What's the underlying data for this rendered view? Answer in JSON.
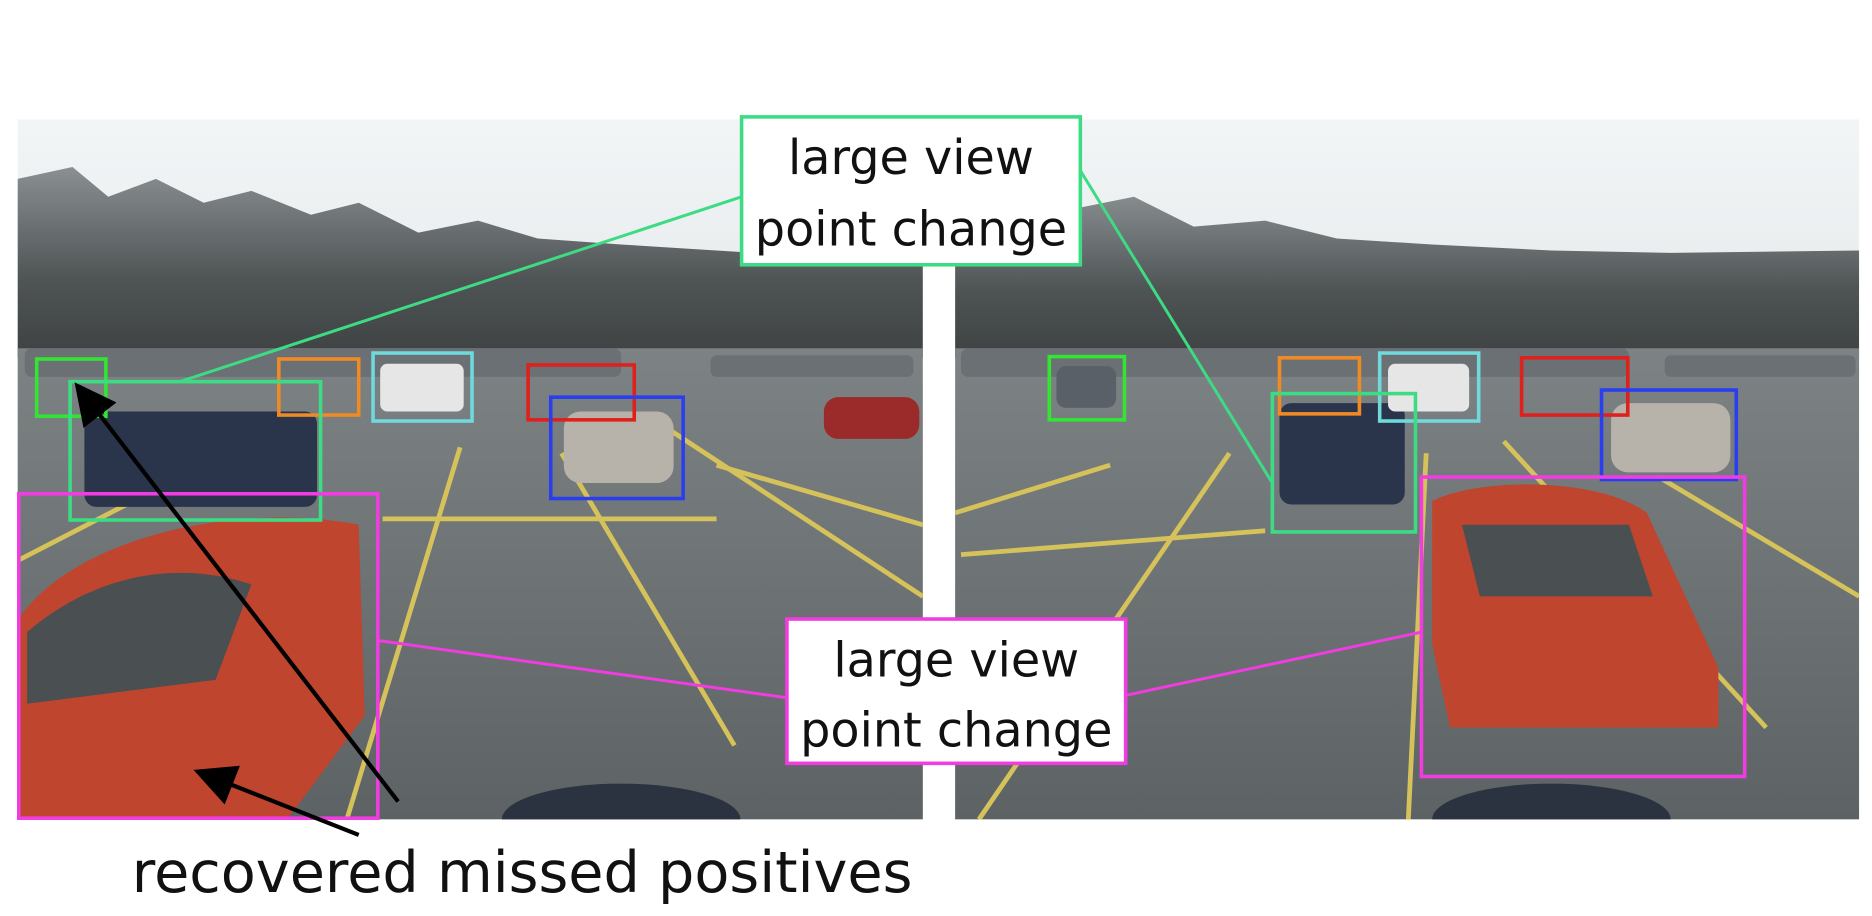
{
  "figure": {
    "top_label": {
      "line1": "large view",
      "line2": "point change"
    },
    "bottom_label": {
      "line1": "large view",
      "line2": "point change"
    },
    "caption": "recovered missed positives"
  },
  "colors": {
    "green": "#33e533",
    "orange": "#f08a24",
    "cyan": "#6fd9dc",
    "red": "#e0201c",
    "blue": "#2a3ef0",
    "mint": "#3ddc84",
    "magenta": "#f03ce0",
    "arrow": "#000000"
  }
}
